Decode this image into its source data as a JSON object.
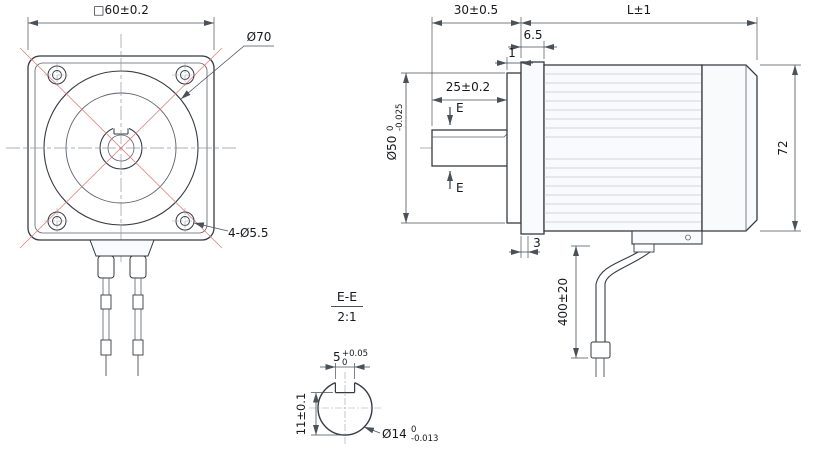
{
  "colors": {
    "line": "#353b42",
    "dimension": "#4a5158",
    "centerline_red": "#dd8181",
    "hatch_red": "#e05c5c",
    "background": "#ffffff",
    "fill_light": "#f8fafc"
  },
  "front": {
    "dim_flange": "□60±0.2",
    "dim_pilot": "Ø70",
    "dim_holes": "4-Ø5.5"
  },
  "side": {
    "dim_shaft_ext": "30±0.5",
    "dim_length": "L±1",
    "dim_flange_thk": "6.5",
    "dim_boss": "1",
    "dim_flat_len": "25±0.2",
    "section_label": "E",
    "dim_pilot": {
      "prefix": "Ø50",
      "upper": "0",
      "lower": "-0.025"
    },
    "dim_height": "72",
    "dim_key": "3",
    "dim_cable": "400±20"
  },
  "section": {
    "title": "E-E",
    "scale": "2:1",
    "dim_slot": {
      "value": "5",
      "upper": "+0.05",
      "lower": "0"
    },
    "dim_height": "11±0.1",
    "dim_dia": {
      "prefix": "Ø14",
      "upper": "0",
      "lower": "-0.013"
    }
  }
}
